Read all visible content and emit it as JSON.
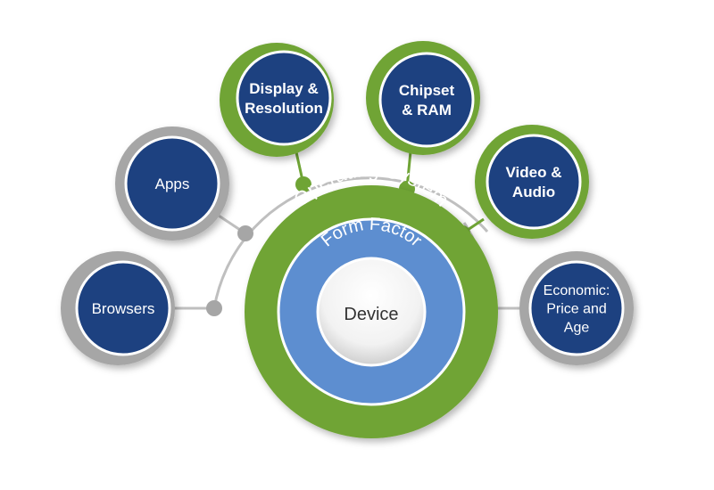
{
  "center": {
    "outer_ring": "Operating System",
    "middle_ring": "Form Factor",
    "core": "Device"
  },
  "nodes": [
    {
      "id": "browsers",
      "lines": [
        "Browsers"
      ],
      "ring": "gray",
      "bold": false
    },
    {
      "id": "apps",
      "lines": [
        "Apps"
      ],
      "ring": "gray",
      "bold": false
    },
    {
      "id": "display-resolution",
      "lines": [
        "Display &",
        "Resolution"
      ],
      "ring": "green",
      "bold": true
    },
    {
      "id": "chipset-ram",
      "lines": [
        "Chipset",
        "& RAM"
      ],
      "ring": "green",
      "bold": true
    },
    {
      "id": "video-audio",
      "lines": [
        "Video &",
        "Audio"
      ],
      "ring": "green",
      "bold": true
    },
    {
      "id": "economic",
      "lines": [
        "Economic:",
        "Price and",
        "Age"
      ],
      "ring": "gray",
      "bold": false
    }
  ],
  "colors": {
    "navy": "#1d4180",
    "green": "#6fa435",
    "gray": "#a6a6a6",
    "light_blue": "#5d8ed0",
    "connector_line": "#bfbfbf"
  }
}
